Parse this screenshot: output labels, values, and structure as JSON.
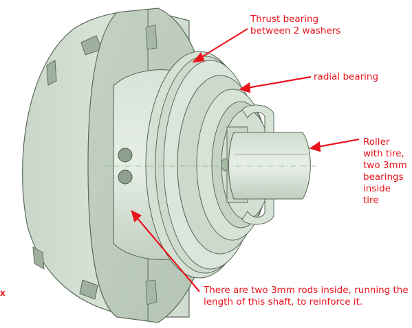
{
  "annotations": {
    "thrust_bearing": "Thrust bearing\nbetween 2 washers",
    "radial_bearing": "radial bearing",
    "roller": "Roller\nwith tire,\ntwo 3mm\nbearings\ninside\ntire",
    "rods": "There are two 3mm rods inside, running the\nlength of this shaft, to reinforce it."
  },
  "axis_marker": "x",
  "colors": {
    "model_fill": "#d4e0d4",
    "model_shade": "#b8c8b8",
    "model_dark": "#8a9a8a",
    "edge": "#5a6a5a",
    "annotation": "#e8141c",
    "centerline": "#7fbf7f"
  }
}
